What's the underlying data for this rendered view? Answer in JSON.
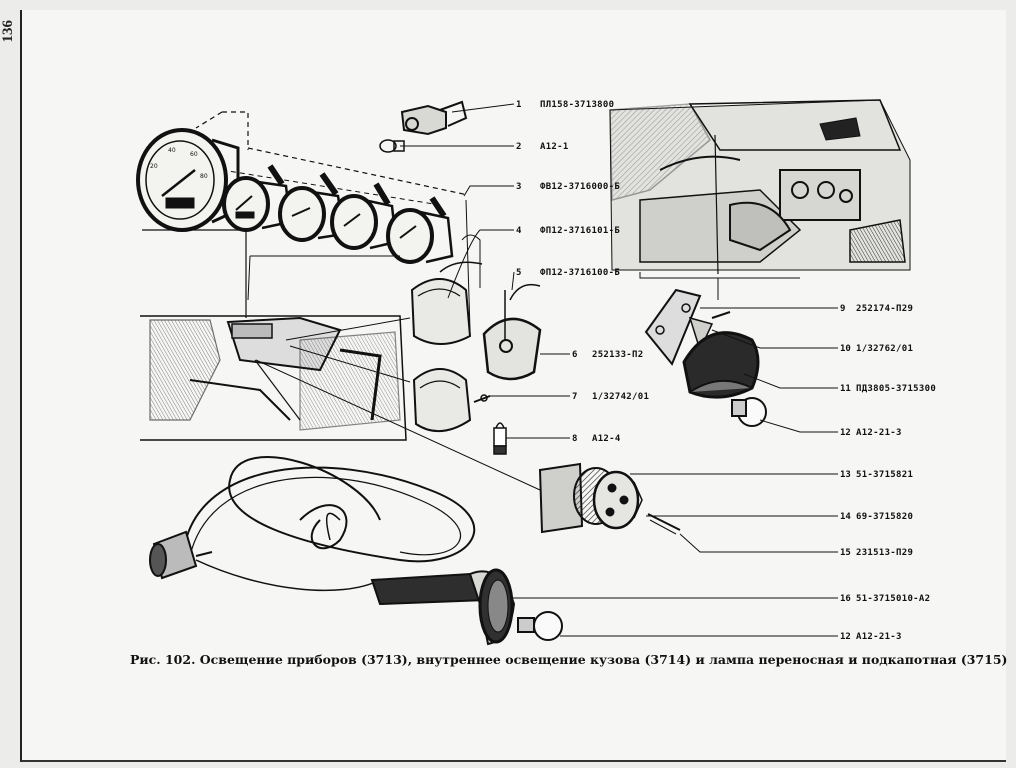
{
  "page_number": "136",
  "caption": "Рис. 102. Освещение приборов (3713), внутреннее освещение кузова (3714) и лампа переносная  и  подкапотная  (3715)",
  "callouts": [
    {
      "num": "1",
      "code": "ПЛ158-3713800"
    },
    {
      "num": "2",
      "code": "А12-1"
    },
    {
      "num": "3",
      "code": "ФВ12-3716000-Б"
    },
    {
      "num": "4",
      "code": "ФП12-3716101-Б"
    },
    {
      "num": "5",
      "code": "ФП12-3716100-Б"
    },
    {
      "num": "6",
      "code": "252133-П2"
    },
    {
      "num": "7",
      "code": "1/32742/01"
    },
    {
      "num": "8",
      "code": "А12-4"
    },
    {
      "num": "9",
      "code": "252174-П29"
    },
    {
      "num": "10",
      "code": "1/32762/01"
    },
    {
      "num": "11",
      "code": "ПД3805-3715300"
    },
    {
      "num": "12",
      "code": "А12-21-3"
    },
    {
      "num": "13",
      "code": "51-3715821"
    },
    {
      "num": "14",
      "code": "69-3715820"
    },
    {
      "num": "15",
      "code": "231513-П29"
    },
    {
      "num": "16",
      "code": "51-3715010-А2"
    },
    {
      "num": "12",
      "code": "А12-21-3"
    }
  ]
}
